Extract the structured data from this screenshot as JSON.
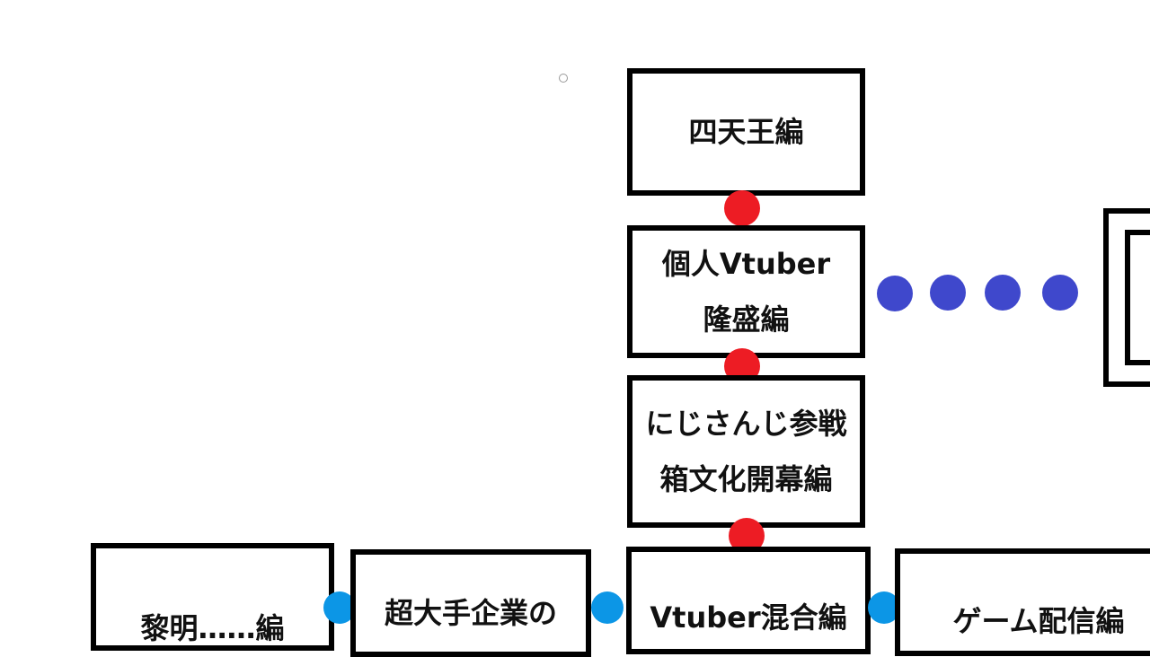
{
  "nodes": {
    "shitennou": "四天王編",
    "kojin_line1": "個人Vtuber",
    "kojin_line2": "隆盛編",
    "niji_line1": "にじさんじ参戦",
    "niji_line2": "箱文化開幕編",
    "bottom_1": "黎明……編",
    "bottom_2": "超大手企業の",
    "bottom_3": "Vtuber混合編",
    "bottom_4": "ゲーム配信編"
  },
  "colors": {
    "main_link": "#ed1c24",
    "side_link": "#3f48cc",
    "row_link": "#0c96e6"
  }
}
